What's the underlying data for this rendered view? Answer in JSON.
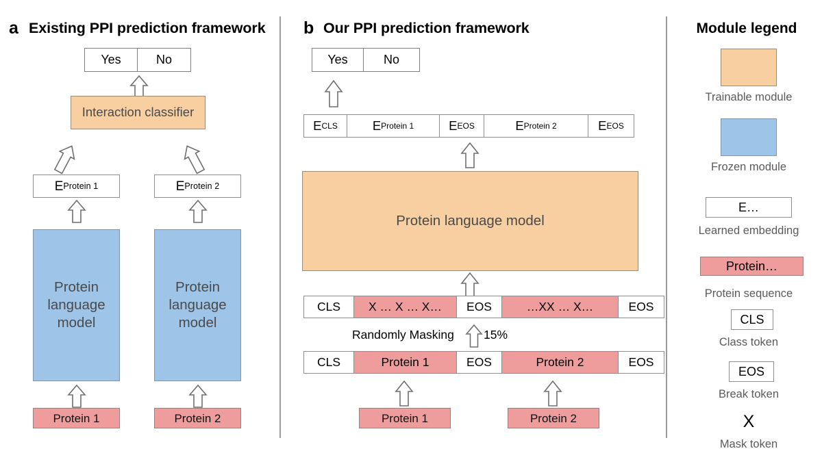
{
  "panel_a": {
    "letter": "a",
    "title": "Existing PPI prediction framework",
    "output": {
      "yes": "Yes",
      "no": "No"
    },
    "classifier": "Interaction classifier",
    "embeddings": [
      {
        "prefix": "E",
        "sub": "Protein 1"
      },
      {
        "prefix": "E",
        "sub": "Protein 2"
      }
    ],
    "encoders": [
      {
        "line1": "Protein",
        "line2": "language",
        "line3": "model"
      },
      {
        "line1": "Protein",
        "line2": "language",
        "line3": "model"
      }
    ],
    "inputs": [
      "Protein 1",
      "Protein 2"
    ]
  },
  "panel_b": {
    "letter": "b",
    "title": "Our PPI prediction framework",
    "output": {
      "yes": "Yes",
      "no": "No"
    },
    "embedding_row": [
      {
        "prefix": "E",
        "sub": "CLS"
      },
      {
        "prefix": "E",
        "sub": "Protein 1"
      },
      {
        "prefix": "E",
        "sub": "EOS"
      },
      {
        "prefix": "E",
        "sub": "Protein 2"
      },
      {
        "prefix": "E",
        "sub": "EOS"
      }
    ],
    "model": "Protein language model",
    "masked_row": [
      "CLS",
      "X … X … X…",
      "EOS",
      "…XX … X…",
      "EOS"
    ],
    "masking_label": "Randomly Masking",
    "masking_percent": "15%",
    "token_row": [
      "CLS",
      "Protein 1",
      "EOS",
      "Protein 2",
      "EOS"
    ],
    "inputs": [
      "Protein 1",
      "Protein 2"
    ]
  },
  "legend": {
    "title": "Module legend",
    "items": [
      {
        "kind": "swatch-orange",
        "label": "Trainable module",
        "text": ""
      },
      {
        "kind": "swatch-blue",
        "label": "Frozen module",
        "text": ""
      },
      {
        "kind": "box",
        "label": "Learned embedding",
        "text": "E…"
      },
      {
        "kind": "box-pink",
        "label": "Protein sequence",
        "text": "Protein…"
      },
      {
        "kind": "box",
        "label": "Class token",
        "text": "CLS"
      },
      {
        "kind": "box",
        "label": "Break token",
        "text": "EOS"
      },
      {
        "kind": "glyph",
        "label": "Mask token",
        "text": "X"
      }
    ]
  },
  "colors": {
    "trainable": "#f7cfa0",
    "frozen": "#9ec5e8",
    "sequence": "#ee9c9c",
    "box_border": "#8d8d8d",
    "caption_text": "#5a5a5a",
    "module_text": "#4f4f4f",
    "background": "#ffffff"
  }
}
